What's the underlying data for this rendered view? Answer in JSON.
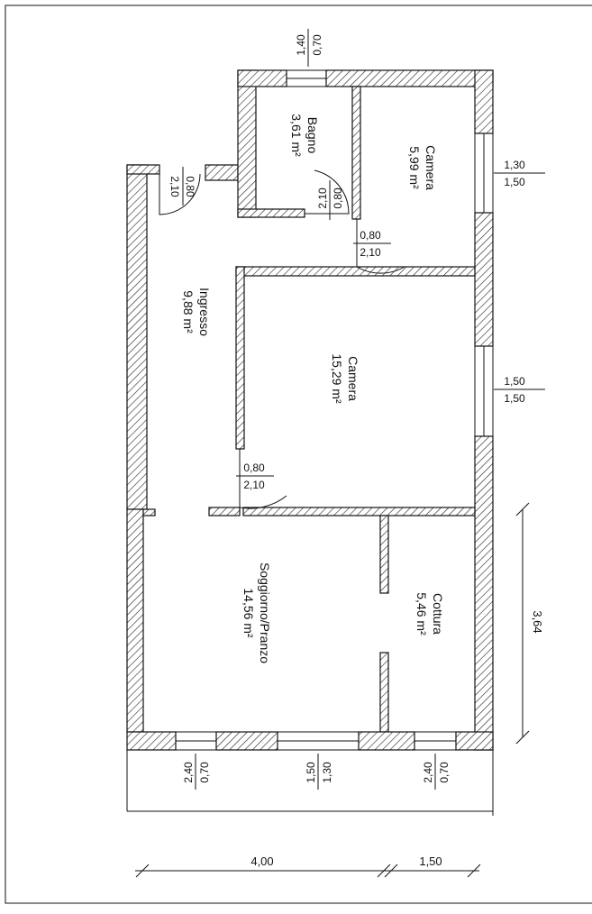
{
  "rooms": {
    "bagno": {
      "name": "Bagno",
      "area": "3,61 m²"
    },
    "camera_small": {
      "name": "Camera",
      "area": "5,99 m²"
    },
    "ingresso": {
      "name": "Ingresso",
      "area": "9,88 m²"
    },
    "camera_large": {
      "name": "Camera",
      "area": "15,29 m²"
    },
    "soggiorno": {
      "name": "Soggiorno/Pranzo",
      "area": "14,56 m²"
    },
    "cottura": {
      "name": "Cottura",
      "area": "5,46 m²"
    }
  },
  "openings": {
    "top_window": {
      "width": "0,70",
      "height": "1,40"
    },
    "entry_door": {
      "width": "0,80",
      "height": "2,10"
    },
    "bagno_door": {
      "width": "0,80",
      "height": "2,10"
    },
    "camera_small_door": {
      "width": "0,80",
      "height": "2,10"
    },
    "camera_large_door": {
      "width": "0,80",
      "height": "2,10"
    },
    "right_window_upper": {
      "width": "1,30",
      "height": "1,50"
    },
    "right_window_lower": {
      "width": "1,50",
      "height": "1,50"
    },
    "bottom_window_left": {
      "width": "0,70",
      "height": "2,40"
    },
    "bottom_window_center": {
      "width": "1,30",
      "height": "1,50"
    },
    "bottom_window_right": {
      "width": "0,70",
      "height": "2,40"
    }
  },
  "dimensions": {
    "width_main": "4,00",
    "width_side": "1,50",
    "height_cottura": "3,64"
  }
}
